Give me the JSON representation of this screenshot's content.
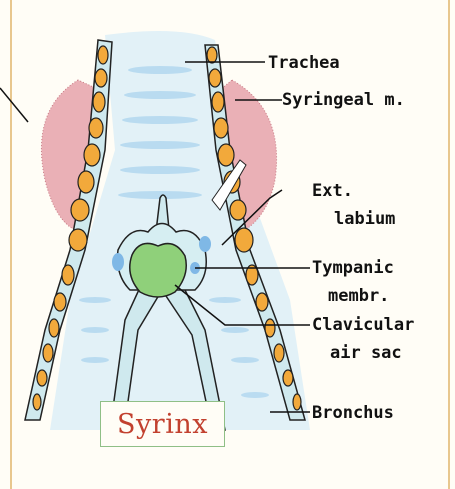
{
  "title": "Syrinx",
  "labels": {
    "trachea": "Trachea",
    "syringeal": "Syringeal m.",
    "ext_line1": "Ext.",
    "ext_line2": "labium",
    "tympanic_line1": "Tympanic",
    "tympanic_line2": "membr.",
    "clavicular_line1": "Clavicular",
    "clavicular_line2": "air sac",
    "bronchus": "Bronchus"
  },
  "colors": {
    "cartilage": "#f2a93b",
    "muscle": "#e8a8b0",
    "membrane": "#8fd07a",
    "lumen": "#dceef6",
    "wall": "#cfe9ee",
    "title": "#c2412f",
    "frame": "#e8c78e"
  }
}
